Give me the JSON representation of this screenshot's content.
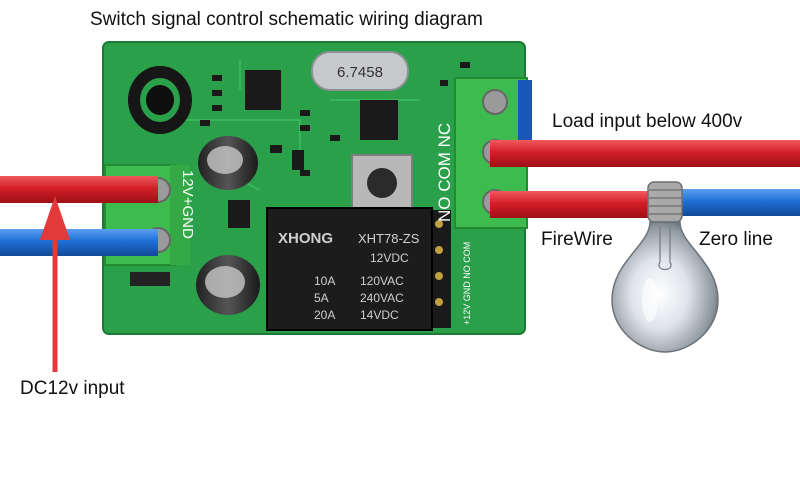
{
  "title": "Switch signal control schematic wiring diagram",
  "labels": {
    "load_input": "Load input below 400v",
    "firewire": "FireWire",
    "zero_line": "Zero line",
    "dc_input": "DC12v input"
  },
  "board": {
    "crystal": "6.7458",
    "terminal_left": "12V+GND",
    "terminal_right": "NO COM NC",
    "relay": {
      "brand": "XHONG",
      "model": "XHT78-ZS",
      "coil": "12VDC",
      "ratings": [
        [
          "10A",
          "120VAC"
        ],
        [
          "5A",
          "240VAC"
        ],
        [
          "20A",
          "14VDC"
        ]
      ]
    },
    "pin_labels": "+12V GND NO COM"
  },
  "colors": {
    "wire_red": "#d0202a",
    "wire_blue": "#1f6fd4",
    "pcb_green": "#2aa04a",
    "terminal_green": "#3dbb4e",
    "relay_black": "#1c1c1c"
  }
}
